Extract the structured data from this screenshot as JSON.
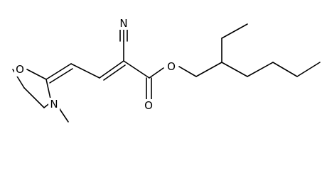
{
  "molecule": {
    "atoms": {
      "ring_oxygen": "O",
      "ring_nitrogen": "N",
      "nitrile_nitrogen": "N",
      "ester_oxygen": "O",
      "carbonyl_oxygen": "O"
    }
  }
}
